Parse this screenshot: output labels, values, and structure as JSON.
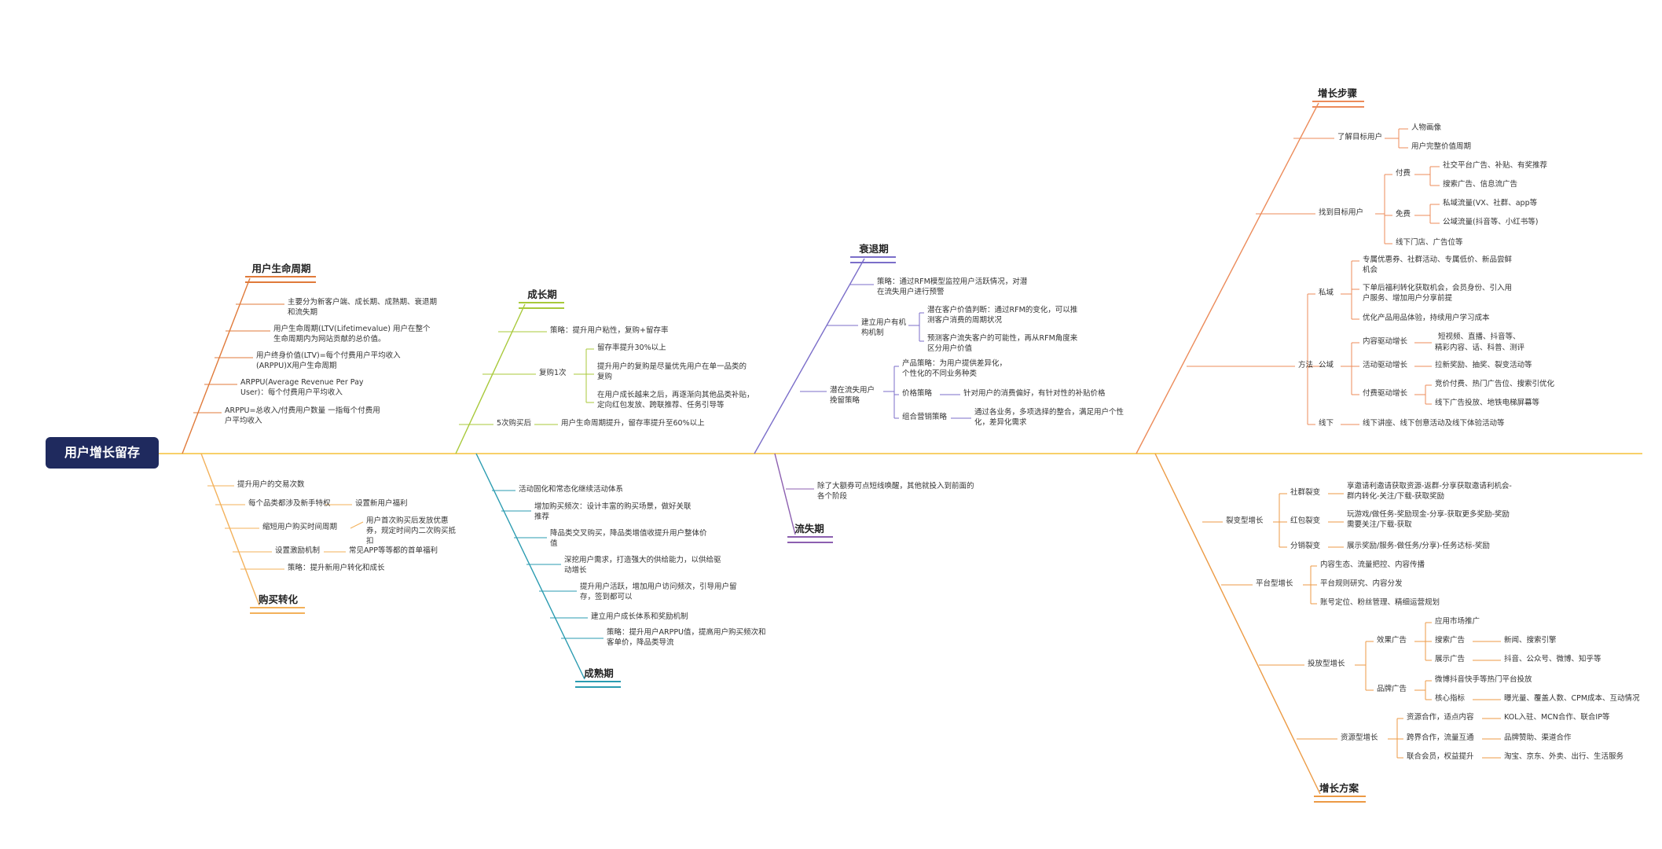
{
  "root": "用户增长留存",
  "colors": {
    "spine": "#f5c038",
    "lifecycle": "#e07a3a",
    "purchase": "#f3b15a",
    "growth": "#a8c93a",
    "mature": "#2a9bb0",
    "decline": "#7b6ec9",
    "churn": "#8c5fb0",
    "steps": "#ec8b5a",
    "plan": "#ec9a44"
  },
  "lifecycle": {
    "title": "用户生命周期",
    "items": [
      "主要分为新客户端、成长期、成熟期、衰退期和流失期",
      "用户生命周期(LTV(Lifetimevalue) 用户在整个生命周期内为网站贡献的总价值。",
      "用户终身价值(LTV)=每个付费用户平均收入(ARPPU)X用户生命周期",
      "ARPPU(Average Revenue Per Pay User)：每个付费用户平均收入",
      "ARPPU=总收入/付费用户数量 一指每个付费用户平均收入"
    ]
  },
  "purchase": {
    "title": "购买转化",
    "items": [
      "提升用户的交易次数",
      "每个品类都涉及新手特权",
      "缩短用户购买时间周期",
      "设置激励机制",
      "策略：提升新用户转化和成长"
    ],
    "subs": [
      "设置新用户福利",
      "用户首次购买后发放优惠券，规定时间内二次购买抵扣",
      "常见APP等等都的首单福利"
    ]
  },
  "growth": {
    "title": "成长期",
    "items": [
      "策略：提升用户粘性，复购+留存率",
      "复购1次",
      "5次购买后"
    ],
    "repurchase": [
      "留存率提升30%以上",
      "提升用户的复购是尽量优先用户在单一品类的复购",
      "在用户成长越来之后，再逐渐向其他品类补贴，定向红包发放、跨联推荐、任务引导等"
    ],
    "after5": "用户生命周期提升，留存率提升至60%以上"
  },
  "mature": {
    "title": "成熟期",
    "items": [
      "活动固化和常态化继续活动体系",
      "增加购买频次：设计丰富的购买场景，做好关联推荐",
      "降品类交叉购买，降品类增值收提升用户整体价值",
      "深挖用户需求，打造强大的供给能力，以供给驱动增长",
      "提升用户活跃，增加用户访问频次，引导用户留存，签到都可以",
      "建立用户成长体系和奖励机制",
      "策略：提升用户ARPPU值，提高用户购买频次和客单价，降品类导流"
    ]
  },
  "decline": {
    "title": "衰退期",
    "items": [
      "策略：通过RFM模型监控用户活跃情况，对潜在流失用户进行预警",
      "建立用户有机构机制",
      "潜在流失用户挽留策略"
    ],
    "model": [
      "潜在客户价值判断：通过RFM的变化，可以推测客户消费的周期状况",
      "预测客户流失客户的可能性，再从RFM角度来区分用户价值"
    ],
    "retain": [
      "产品策略：为用户提供差异化，个性化的不同业务种类",
      "价格策略",
      "组合营销策略"
    ],
    "retain_sub": [
      "针对用户的消费偏好，有针对性的补贴价格",
      "通过各业务，多项选择的整合，满足用户个性化，差异化需求"
    ]
  },
  "churn": {
    "title": "流失期",
    "items": [
      "除了大额券可点短线唤醒，其他就投入到前面的各个阶段"
    ]
  },
  "steps": {
    "title": "增长步骤",
    "know": "了解目标用户",
    "know_items": [
      "人物画像",
      "用户完整价值周期"
    ],
    "find": "找到目标用户",
    "paid": "付费",
    "paid_items": [
      "社交平台广告、补贴、有奖推荐",
      "搜索广告、信息流广告"
    ],
    "free": "免费",
    "free_items": [
      "私域流量(VX、社群、app等",
      "公域流量(抖音等、小红书等)"
    ],
    "offline": "线下门店、广告位等",
    "method": "方法",
    "private": "私域",
    "private_items": [
      "专属优惠券、社群活动、专属低价、新品尝鲜机会",
      "下单后福利转化获取机会，会员身份、引入用户服务、增加用户分享前提",
      "优化产品用品体验，持续用户学习成本"
    ],
    "public": "公域",
    "public_groups": [
      "内容驱动增长",
      "活动驱动增长",
      "付费驱动增长"
    ],
    "content_items": [
      "短视频、直播、抖音等、",
      "精彩内容、话、科普、测评"
    ],
    "activity_items": [
      "拉新奖励、抽奖、裂变活动等"
    ],
    "paid_items2": [
      "竞价付费、热门广告位、搜索引优化",
      "线下广告投放、地铁电梯屏幕等"
    ],
    "offline2": "线下",
    "offline2_item": "线下讲座、线下创意活动及线下体验活动等"
  },
  "plan": {
    "title": "增长方案",
    "fission": "裂变型增长",
    "social": "社群裂变",
    "social_item": "享邀请利邀请获取资源-返群-分享获取邀请利机会-群内转化-关注/下载-获取奖励",
    "redpack": "红包裂变",
    "redpack_item": "玩游戏/做任务-奖励现金-分享-获取更多奖励-奖励需要关注/下载-获取",
    "share": "分销裂变",
    "share_item": "展示奖励/服务-做任务/分享)-任务达标-奖励",
    "platform": "平台型增长",
    "platform_items": [
      "内容生态、流量把控、内容传播",
      "平台规则研究、内容分发",
      "账号定位、粉丝管理、精细运营规划"
    ],
    "ad": "投放型增长",
    "effect": "效果广告",
    "effect_items": [
      "应用市场推广",
      "搜索广告",
      "展示广告"
    ],
    "effect_subs": [
      "新闻、搜索引擎",
      "抖音、公众号、微博、知乎等"
    ],
    "brand": "品牌广告",
    "brand_items": [
      "微博抖音快手等热门平台投放",
      "核心指标"
    ],
    "brand_sub": "曝光量、覆盖人数、CPM成本、互动情况",
    "resource": "资源型增长",
    "resource_items": [
      "资源合作，适点内容",
      "跨界合作，流量互通",
      "联合会员，权益提升"
    ],
    "resource_subs": [
      "KOL入驻、MCN合作、联合IP等",
      "品牌赞助、渠道合作",
      "淘宝、京东、外卖、出行、生活服务"
    ]
  }
}
